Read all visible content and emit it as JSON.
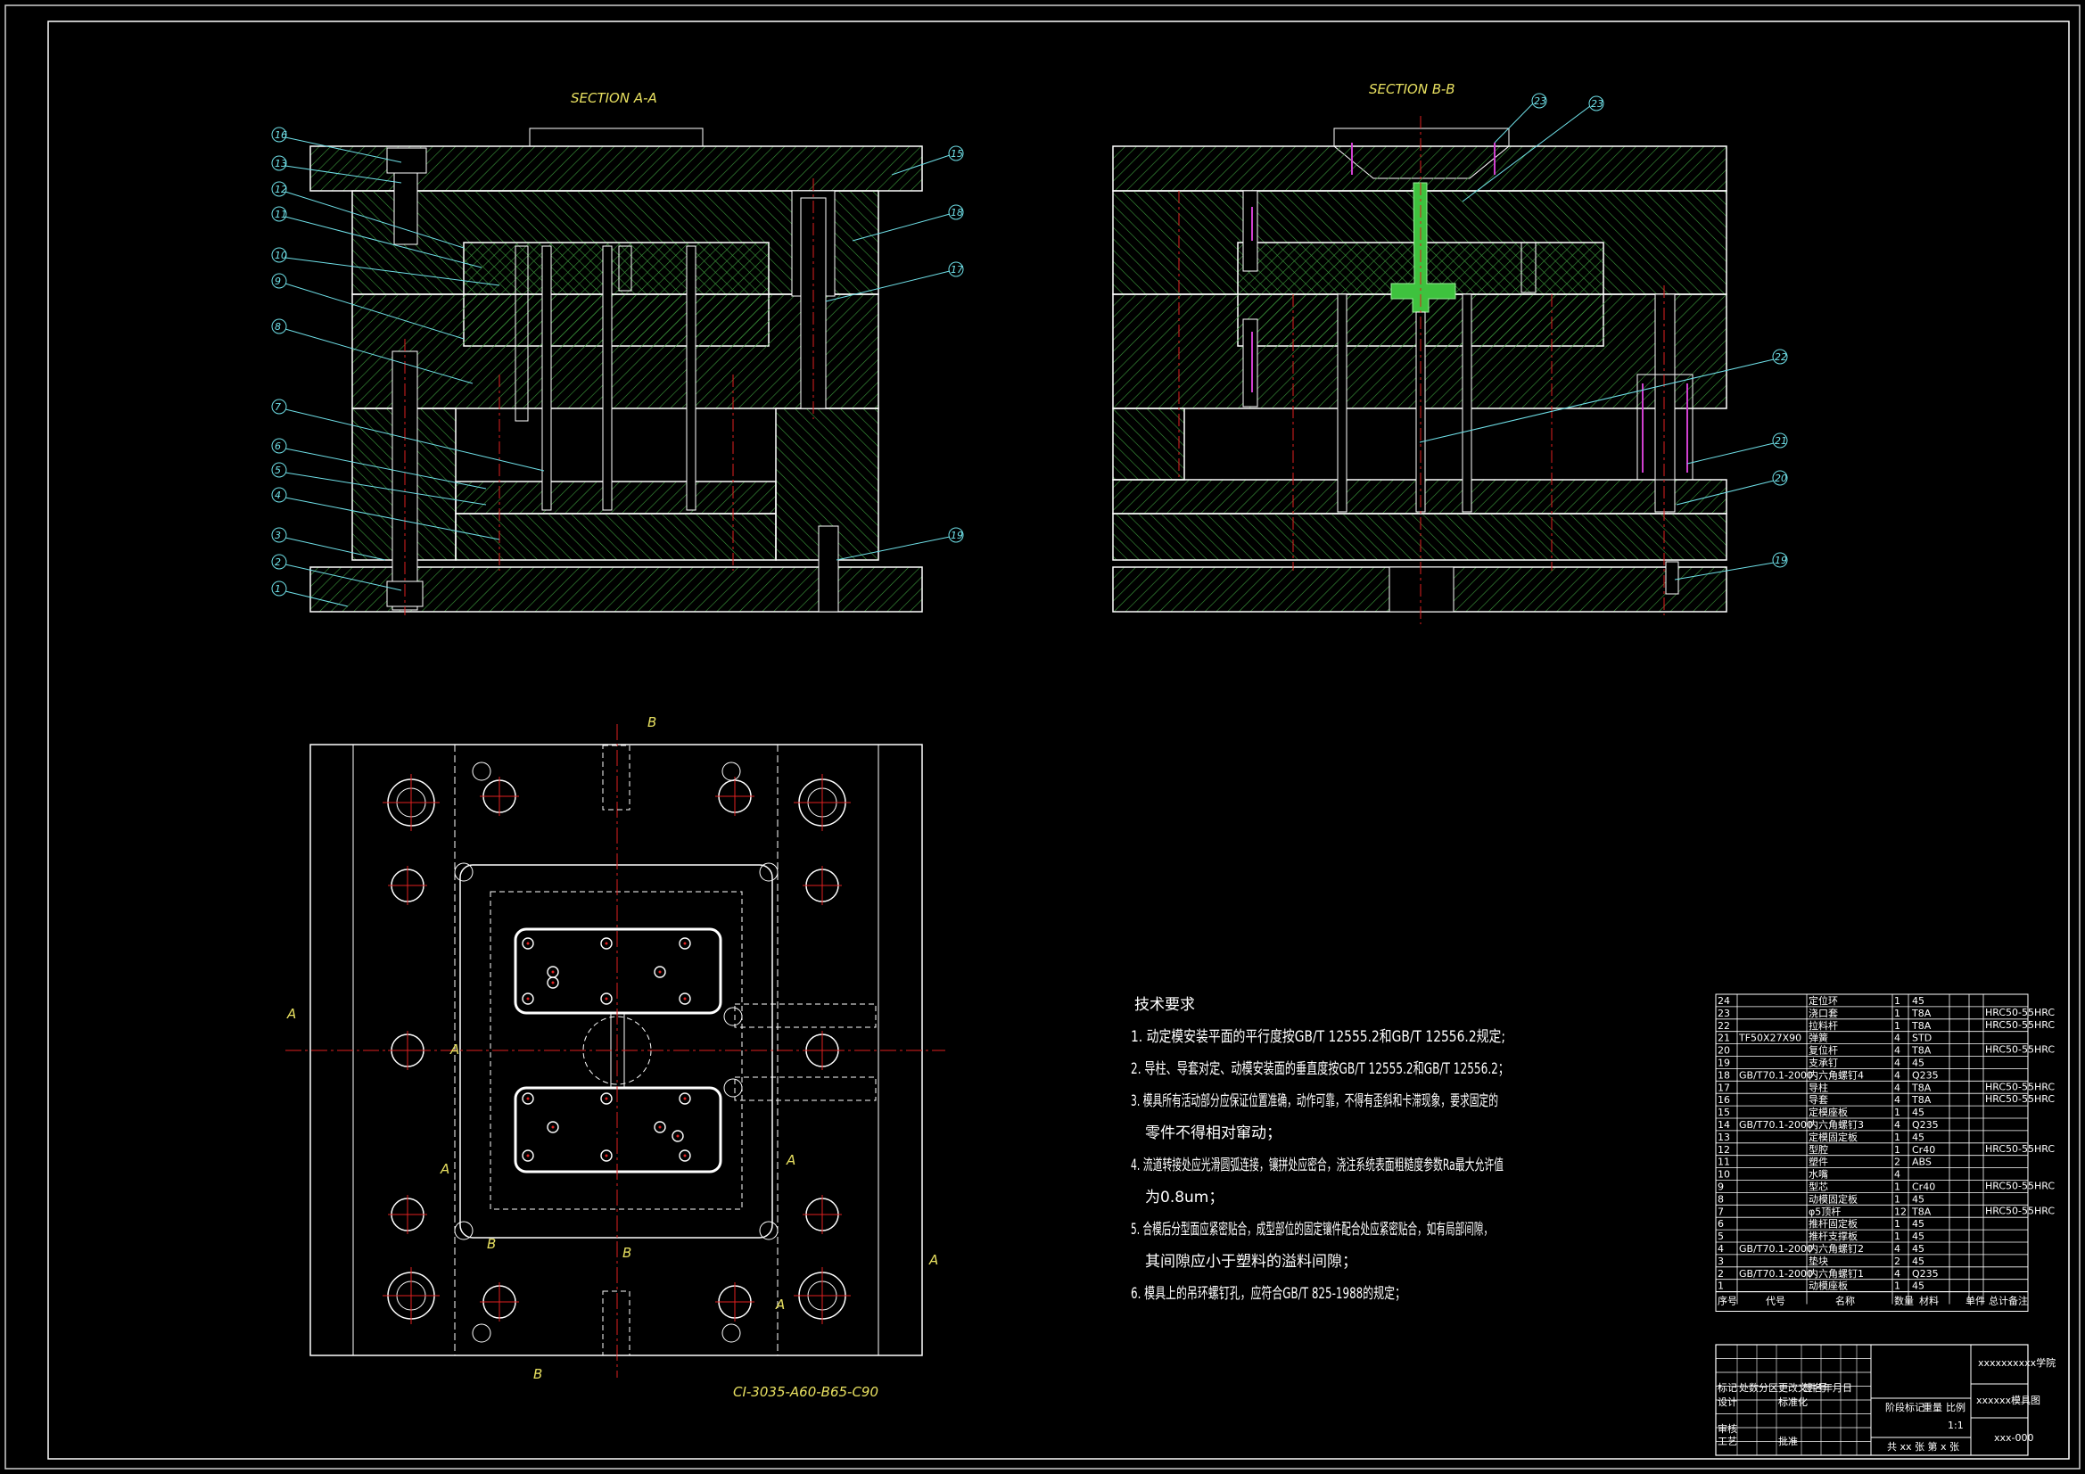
{
  "sections": {
    "aa_title": "SECTION A-A",
    "bb_title": "SECTION B-B",
    "aa_balloons": [
      "16",
      "13",
      "12",
      "11",
      "10",
      "9",
      "8",
      "7",
      "6",
      "5",
      "4",
      "3",
      "2",
      "1"
    ],
    "aa_right_balloons": [
      "15",
      "18",
      "17",
      "19"
    ],
    "bb_balloons": [
      "23",
      "23",
      "22",
      "21",
      "20",
      "19"
    ]
  },
  "plan_view": {
    "cut_labels": [
      "B",
      "B",
      "A",
      "A",
      "A",
      "A",
      "A",
      "A",
      "B",
      "B",
      "B",
      "B"
    ],
    "note_code": "CI-3035-A60-B65-C90"
  },
  "tech_requirements": {
    "heading": "技术要求",
    "lines": [
      "1. 动定模安装平面的平行度按GB/T 12555.2和GB/T 12556.2规定;",
      "2. 导柱、导套对定、动模安装面的垂直度按GB/T 12555.2和GB/T 12556.2；",
      "3. 模具所有活动部分应保证位置准确，动作可靠，不得有歪斜和卡滞现象，要求固定的",
      "零件不得相对窜动；",
      "4. 流道转接处应光滑圆弧连接，镶拼处应密合，浇注系统表面粗糙度参数Ra最大允许值",
      "为0.8um；",
      "5. 合模后分型面应紧密贴合，成型部位的固定镶件配合处应紧密贴合，如有局部间隙，",
      "其间隙应小于塑料的溢料间隙；",
      "6. 模具上的吊环螺钉孔，应符合GB/T 825-1988的规定；"
    ]
  },
  "bom": {
    "rows": [
      {
        "no": "24",
        "code": "",
        "name": "定位环",
        "qty": "1",
        "mat": "45",
        "note": ""
      },
      {
        "no": "23",
        "code": "",
        "name": "浇口套",
        "qty": "1",
        "mat": "T8A",
        "note": "HRC50-55HRC"
      },
      {
        "no": "22",
        "code": "",
        "name": "拉料杆",
        "qty": "1",
        "mat": "T8A",
        "note": "HRC50-55HRC"
      },
      {
        "no": "21",
        "code": "TF50X27X90",
        "name": "弹簧",
        "qty": "4",
        "mat": "STD",
        "note": ""
      },
      {
        "no": "20",
        "code": "",
        "name": "复位杆",
        "qty": "4",
        "mat": "T8A",
        "note": "HRC50-55HRC"
      },
      {
        "no": "19",
        "code": "",
        "name": "支承钉",
        "qty": "4",
        "mat": "45",
        "note": ""
      },
      {
        "no": "18",
        "code": "GB/T70.1-2000",
        "name": "内六角螺钉4",
        "qty": "4",
        "mat": "Q235",
        "note": ""
      },
      {
        "no": "17",
        "code": "",
        "name": "导柱",
        "qty": "4",
        "mat": "T8A",
        "note": "HRC50-55HRC"
      },
      {
        "no": "16",
        "code": "",
        "name": "导套",
        "qty": "4",
        "mat": "T8A",
        "note": "HRC50-55HRC"
      },
      {
        "no": "15",
        "code": "",
        "name": "定模座板",
        "qty": "1",
        "mat": "45",
        "note": ""
      },
      {
        "no": "14",
        "code": "GB/T70.1-2000",
        "name": "内六角螺钉3",
        "qty": "4",
        "mat": "Q235",
        "note": ""
      },
      {
        "no": "13",
        "code": "",
        "name": "定模固定板",
        "qty": "1",
        "mat": "45",
        "note": ""
      },
      {
        "no": "12",
        "code": "",
        "name": "型腔",
        "qty": "1",
        "mat": "Cr40",
        "note": "HRC50-55HRC"
      },
      {
        "no": "11",
        "code": "",
        "name": "塑件",
        "qty": "2",
        "mat": "ABS",
        "note": ""
      },
      {
        "no": "10",
        "code": "",
        "name": "水嘴",
        "qty": "4",
        "mat": "",
        "note": ""
      },
      {
        "no": "9",
        "code": "",
        "name": "型芯",
        "qty": "1",
        "mat": "Cr40",
        "note": "HRC50-55HRC"
      },
      {
        "no": "8",
        "code": "",
        "name": "动模固定板",
        "qty": "1",
        "mat": "45",
        "note": ""
      },
      {
        "no": "7",
        "code": "",
        "name": "φ5顶杆",
        "qty": "12",
        "mat": "T8A",
        "note": "HRC50-55HRC"
      },
      {
        "no": "6",
        "code": "",
        "name": "推杆固定板",
        "qty": "1",
        "mat": "45",
        "note": ""
      },
      {
        "no": "5",
        "code": "",
        "name": "推杆支撑板",
        "qty": "1",
        "mat": "45",
        "note": ""
      },
      {
        "no": "4",
        "code": "GB/T70.1-2000",
        "name": "内六角螺钉2",
        "qty": "4",
        "mat": "45",
        "note": ""
      },
      {
        "no": "3",
        "code": "",
        "name": "垫块",
        "qty": "2",
        "mat": "45",
        "note": ""
      },
      {
        "no": "2",
        "code": "GB/T70.1-2000",
        "name": "内六角螺钉1",
        "qty": "4",
        "mat": "Q235",
        "note": ""
      },
      {
        "no": "1",
        "code": "",
        "name": "动模座板",
        "qty": "1",
        "mat": "45",
        "note": ""
      }
    ],
    "header": {
      "no": "序号",
      "code": "代号",
      "name": "名称",
      "qty": "数量",
      "mat": "材料",
      "w1": "单件",
      "w2": "总计",
      "note": "备注"
    },
    "title": {
      "school": "xxxxxxxxxx学院",
      "drawing": "xxxxxx模具图",
      "code": "xxx-000",
      "scale": "1:1",
      "sheets": "共 xx 张  第 x 张",
      "labels": [
        "标记",
        "处数",
        "分区",
        "更改文件号",
        "签名",
        "年月日",
        "设计",
        "标准化",
        "阶段标记",
        "重量",
        "比例",
        "审核",
        "工艺",
        "批准"
      ]
    }
  },
  "colors": {
    "bg": "#000000",
    "frame": "#ffffff",
    "hatch": "#3c9a3c",
    "cyan": "#6fe0e8",
    "yellow": "#e8e060",
    "center": "#e02020",
    "magenta": "#d040d0"
  }
}
